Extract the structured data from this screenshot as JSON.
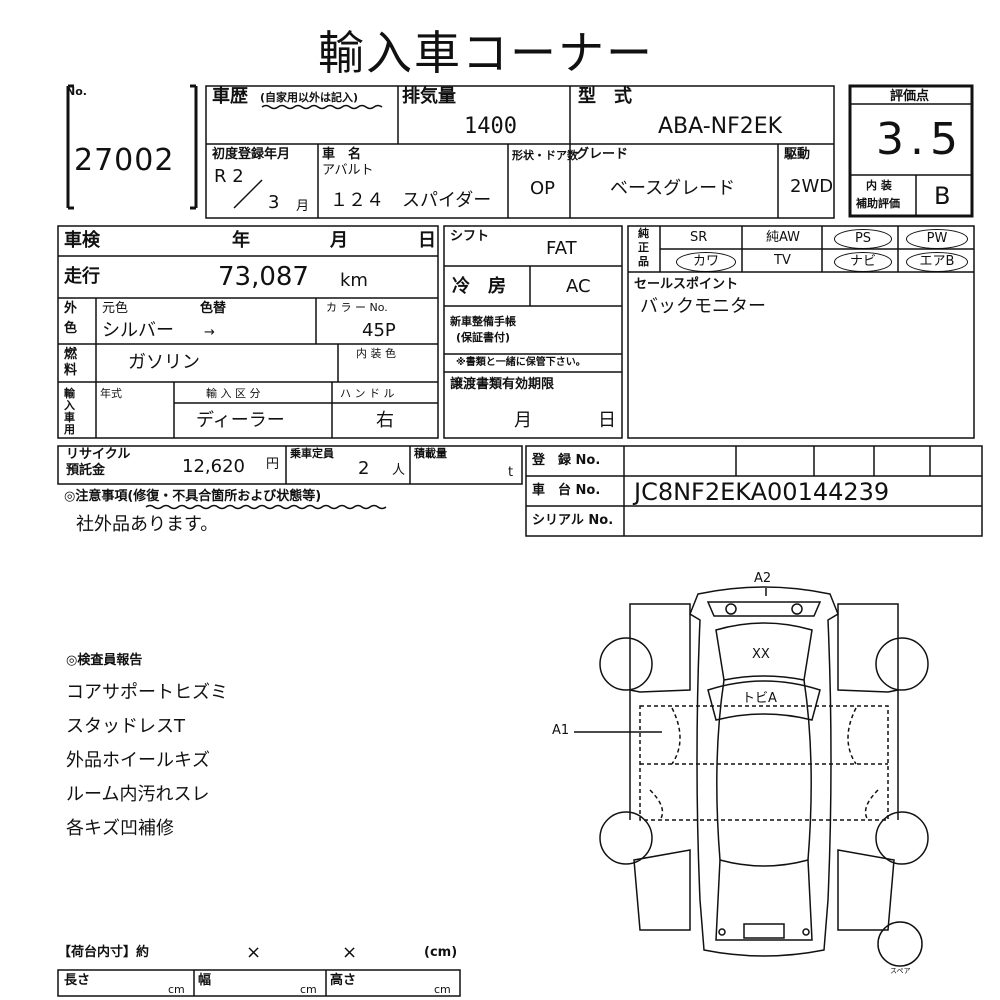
{
  "title": "輸入車コーナー",
  "lot": {
    "no_label": "No.",
    "number": "27002"
  },
  "history": {
    "label": "車歴",
    "note": "(自家用以外は記入)"
  },
  "displacement": {
    "label": "排気量",
    "value": "1400"
  },
  "model": {
    "label": "型　式",
    "value": "ABA-NF2EK"
  },
  "score": {
    "label": "評価点",
    "value": "3.5",
    "interior_label_1": "内 装",
    "interior_label_2": "補助評価",
    "interior_value": "B"
  },
  "first_reg": {
    "label": "初度登録年月",
    "era": "R 2",
    "month": "3",
    "month_unit": "月"
  },
  "car_name": {
    "label": "車　名",
    "maker": "アバルト",
    "name": "１２４　スパイダー"
  },
  "shape": {
    "label": "形状・ドア数",
    "value": "OP"
  },
  "grade": {
    "label": "グレード",
    "value": "ベースグレード"
  },
  "drive": {
    "label": "駆動",
    "value": "2WD"
  },
  "inspection": {
    "label": "車検",
    "year": "年",
    "month": "月",
    "day": "日"
  },
  "mileage": {
    "label": "走行",
    "value": "73,087",
    "unit": "km"
  },
  "exterior": {
    "label_1": "外",
    "label_2": "色",
    "orig_label": "元色",
    "repaint_label": "色替",
    "value": "シルバー",
    "arrow": "→",
    "color_no_label": "カ ラ ー No.",
    "color_no": "45P"
  },
  "fuel": {
    "label_1": "燃",
    "label_2": "料",
    "value": "ガソリン",
    "interior_color_label": "内 装 色"
  },
  "import": {
    "label": "輸入車用",
    "year_label": "年式",
    "class_label": "輸 入 区 分",
    "class_value": "ディーラー",
    "handle_label": "ハ ン ド ル",
    "handle_value": "右"
  },
  "shift": {
    "label": "シフト",
    "value": "FAT"
  },
  "aircon": {
    "label": "冷　房",
    "value": "AC"
  },
  "manual": {
    "label_1": "新車整備手帳",
    "label_2": "(保証書付)",
    "note": "※書類と一緒に保管下さい。"
  },
  "transfer": {
    "label": "譲渡書類有効期限",
    "month": "月",
    "day": "日"
  },
  "equipment": {
    "label_1": "純",
    "label_2": "正",
    "label_3": "品",
    "row1": [
      "SR",
      "純AW",
      "PS",
      "PW"
    ],
    "row2": [
      "カワ",
      "TV",
      "ナビ",
      "エアB"
    ]
  },
  "sales_point": {
    "label": "セールスポイント",
    "value": "バックモニター"
  },
  "recycle": {
    "label_1": "リサイクル",
    "label_2": "預託金",
    "value": "12,620",
    "unit": "円"
  },
  "capacity": {
    "label": "乗車定員",
    "value": "2",
    "unit": "人"
  },
  "load": {
    "label": "積載量",
    "unit": "t"
  },
  "registration": {
    "label": "登　録 No.",
    "chassis_label": "車　台 No.",
    "chassis_value": "JC8NF2EKA00144239",
    "serial_label": "シリアル No."
  },
  "notes": {
    "label": "◎注意事項(修復・不具合箇所および状態等)",
    "value": "社外品あります。"
  },
  "inspector": {
    "label": "◎検査員報告",
    "items": [
      "コアサポートヒズミ",
      "スタッドレスT",
      "外品ホイールキズ",
      "ルーム内汚れスレ",
      "各キズ凹補修"
    ]
  },
  "cargo": {
    "label": "【荷台内寸】約",
    "x1": "×",
    "x2": "×",
    "unit_label": "(cm)",
    "length_label": "長さ",
    "width_label": "幅",
    "height_label": "高さ",
    "cm": "cm"
  },
  "diagram": {
    "a2": "A2",
    "a1": "A1",
    "xx": "XX",
    "windshield": "トビA",
    "spare": "スペア"
  }
}
